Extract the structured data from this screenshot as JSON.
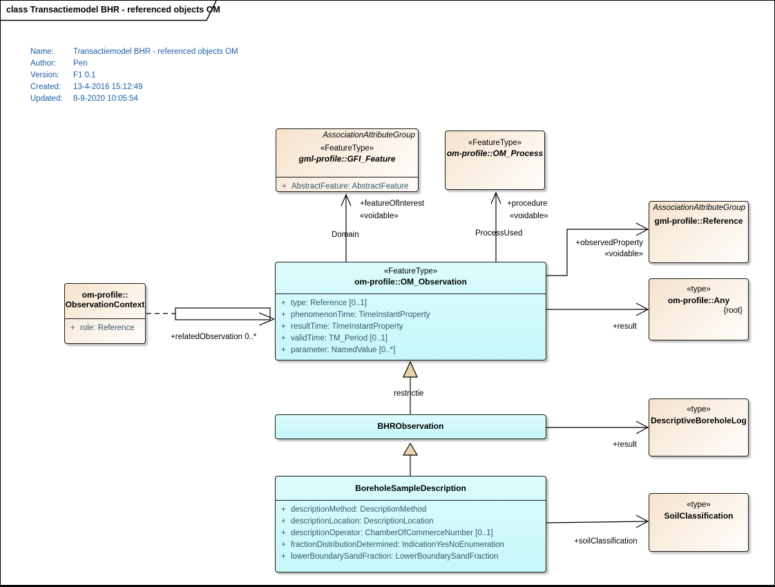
{
  "frame": {
    "tab_title": "class Transactiemodel BHR - referenced objects OM"
  },
  "metadata": {
    "rows": [
      {
        "label": "Name:",
        "value": "Transactiemodel BHR - referenced objects OM"
      },
      {
        "label": "Author:",
        "value": "Pen"
      },
      {
        "label": "Version:",
        "value": "F1 0.1"
      },
      {
        "label": "Created:",
        "value": "13-4-2016 15:12:49"
      },
      {
        "label": "Updated:",
        "value": "8-9-2020 10:05:54"
      }
    ]
  },
  "classes": {
    "gfi_feature": {
      "group": "AssociationAttributeGroup",
      "stereotype": "«FeatureType»",
      "name": "gml-profile::GFI_Feature",
      "attributes": [
        {
          "v": "+",
          "t": "AbstractFeature: AbstractFeature"
        }
      ]
    },
    "om_process": {
      "stereotype": "«FeatureType»",
      "name": "om-profile::OM_Process"
    },
    "reference": {
      "group": "AssociationAttributeGroup",
      "name": "gml-profile::Reference"
    },
    "any": {
      "stereotype": "«type»",
      "name": "om-profile::Any",
      "constraint": "{root}"
    },
    "om_observation": {
      "stereotype": "«FeatureType»",
      "name": "om-profile::OM_Observation",
      "attributes": [
        {
          "v": "+",
          "t": "type: Reference [0..1]"
        },
        {
          "v": "+",
          "t": "phenomenonTime: TimeInstantProperty"
        },
        {
          "v": "+",
          "t": "resultTime: TimeInstantProperty"
        },
        {
          "v": "+",
          "t": "validTime: TM_Period [0..1]"
        },
        {
          "v": "+",
          "t": "parameter: NamedValue [0..*]"
        }
      ]
    },
    "observation_context": {
      "name_line1": "om-profile::",
      "name_line2": "ObservationContext",
      "attributes": [
        {
          "v": "+",
          "t": "role: Reference"
        }
      ]
    },
    "bhr_observation": {
      "name": "BHRObservation"
    },
    "borehole_sample_description": {
      "name": "BoreholeSampleDescription",
      "attributes": [
        {
          "v": "+",
          "t": "descriptionMethod: DescriptionMethod"
        },
        {
          "v": "+",
          "t": "descriptionLocation: DescriptionLocation"
        },
        {
          "v": "+",
          "t": "descriptionOperator: ChamberOfCommerceNumber [0..1]"
        },
        {
          "v": "+",
          "t": "fractionDistributionDetermined: IndicationYesNoEnumeration"
        },
        {
          "v": "+",
          "t": "lowerBoundarySandFraction: LowerBoundarySandFraction"
        }
      ]
    },
    "descriptive_borehole_log": {
      "stereotype": "«type»",
      "name": "DescriptiveBoreholeLog"
    },
    "soil_classification": {
      "stereotype": "«type»",
      "name": "SoilClassification"
    }
  },
  "connectors": {
    "feature_of_interest": {
      "role": "+featureOfInterest",
      "stereotype": "«voidable»",
      "name": "Domain"
    },
    "procedure": {
      "role": "+procedure",
      "stereotype": "«voidable»",
      "name": "ProcessUsed"
    },
    "observed_property": {
      "role": "+observedProperty",
      "stereotype": "«voidable»"
    },
    "result_any": {
      "role": "+result"
    },
    "result_log": {
      "role": "+result"
    },
    "soil_classification": {
      "role": "+soilClassification"
    },
    "related_observation": {
      "role": "+relatedObservation 0..*"
    },
    "restriction": {
      "label": "restrictie"
    }
  },
  "colors": {
    "cream_fill": "#f5e2cb",
    "cyan_fill": "#c9f8fa",
    "generalization_fill": "#ecd2ab",
    "attribute_text": "#35596b",
    "metadata_text": "#1c5fa8"
  }
}
